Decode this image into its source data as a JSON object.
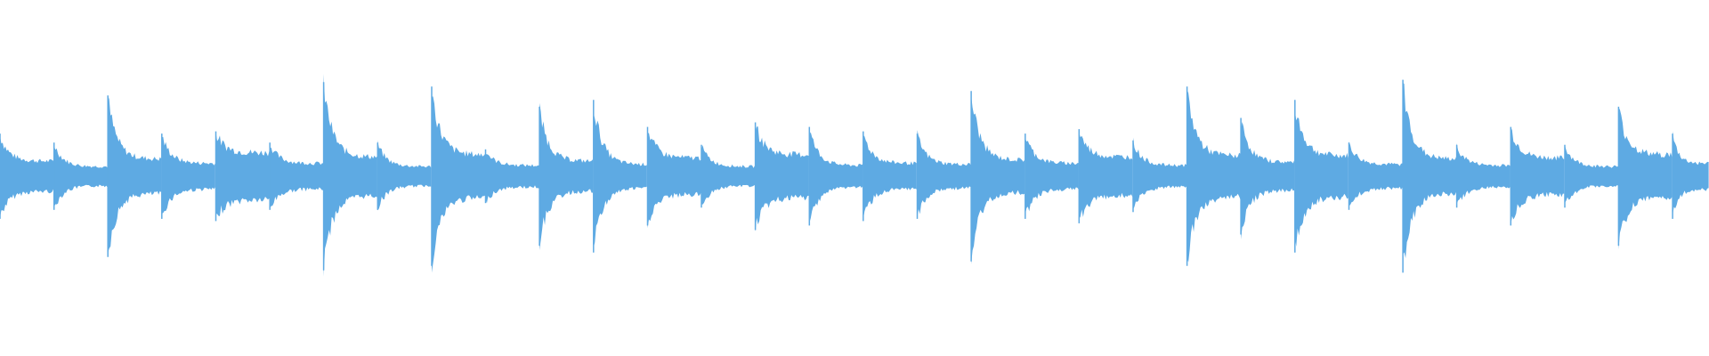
{
  "waveform": {
    "color": "#5eaae3",
    "background": "#ffffff",
    "baseline_amplitude": 0.05,
    "hits": [
      {
        "t": 0.0,
        "peak": 0.38,
        "sustain": 0.14
      },
      {
        "t": 0.0316,
        "peak": 0.3,
        "sustain": 0.09
      },
      {
        "t": 0.0631,
        "peak": 0.72,
        "sustain": 0.16
      },
      {
        "t": 0.0947,
        "peak": 0.38,
        "sustain": 0.12
      },
      {
        "t": 0.1263,
        "peak": 0.4,
        "sustain": 0.22
      },
      {
        "t": 0.1579,
        "peak": 0.3,
        "sustain": 0.12
      },
      {
        "t": 0.1894,
        "peak": 0.84,
        "sustain": 0.18
      },
      {
        "t": 0.221,
        "peak": 0.3,
        "sustain": 0.09
      },
      {
        "t": 0.2526,
        "peak": 0.8,
        "sustain": 0.2
      },
      {
        "t": 0.2841,
        "peak": 0.24,
        "sustain": 0.1
      },
      {
        "t": 0.3157,
        "peak": 0.62,
        "sustain": 0.14
      },
      {
        "t": 0.3473,
        "peak": 0.68,
        "sustain": 0.11
      },
      {
        "t": 0.3789,
        "peak": 0.44,
        "sustain": 0.17
      },
      {
        "t": 0.4104,
        "peak": 0.28,
        "sustain": 0.09
      },
      {
        "t": 0.442,
        "peak": 0.48,
        "sustain": 0.2
      },
      {
        "t": 0.4736,
        "peak": 0.44,
        "sustain": 0.1
      },
      {
        "t": 0.5051,
        "peak": 0.4,
        "sustain": 0.12
      },
      {
        "t": 0.5367,
        "peak": 0.38,
        "sustain": 0.11
      },
      {
        "t": 0.5683,
        "peak": 0.76,
        "sustain": 0.15
      },
      {
        "t": 0.5999,
        "peak": 0.38,
        "sustain": 0.12
      },
      {
        "t": 0.6314,
        "peak": 0.42,
        "sustain": 0.18
      },
      {
        "t": 0.663,
        "peak": 0.32,
        "sustain": 0.1
      },
      {
        "t": 0.6946,
        "peak": 0.8,
        "sustain": 0.19
      },
      {
        "t": 0.7261,
        "peak": 0.52,
        "sustain": 0.13
      },
      {
        "t": 0.7577,
        "peak": 0.68,
        "sustain": 0.19
      },
      {
        "t": 0.7893,
        "peak": 0.3,
        "sustain": 0.11
      },
      {
        "t": 0.8209,
        "peak": 0.86,
        "sustain": 0.16
      },
      {
        "t": 0.8524,
        "peak": 0.28,
        "sustain": 0.1
      },
      {
        "t": 0.884,
        "peak": 0.44,
        "sustain": 0.17
      },
      {
        "t": 0.9156,
        "peak": 0.28,
        "sustain": 0.09
      },
      {
        "t": 0.9471,
        "peak": 0.62,
        "sustain": 0.2
      },
      {
        "t": 0.9787,
        "peak": 0.38,
        "sustain": 0.12
      }
    ]
  }
}
